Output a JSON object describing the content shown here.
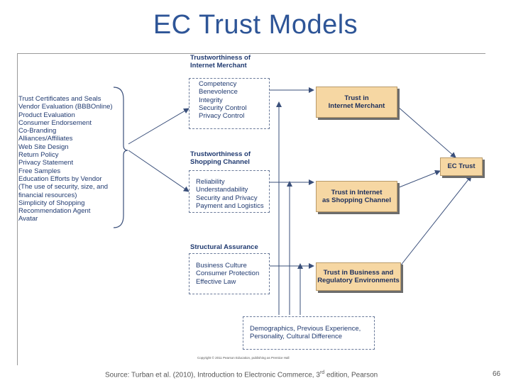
{
  "slide": {
    "title": "EC Trust Models",
    "footer_prefix": "Source: Turban et al. (2010), Introduction to Electronic Commerce, 3",
    "footer_sup": "rd",
    "footer_suffix": " edition, Pearson",
    "page_number": "66"
  },
  "diagram": {
    "antecedents": [
      "Trust Certificates and Seals",
      "Vendor Evaluation (BBBOnline)",
      "Product Evaluation",
      "Consumer Endorsement",
      "Co-Branding",
      "Alliances/Affiliates",
      "Web Site Design",
      "Return Policy",
      "Privacy Statement",
      "Free Samples",
      "Education Efforts by Vendor",
      "(The use of security, size, and",
      "financial resources)",
      "Simplicity of Shopping",
      "Recommendation Agent",
      "Avatar"
    ],
    "groups": [
      {
        "heading": "Trustworthiness of Internet Merchant",
        "items": [
          "Competency",
          "Benevolence",
          "Integrity",
          "Security Control",
          "Privacy Control"
        ]
      },
      {
        "heading": "Trustworthiness of Shopping Channel",
        "items": [
          "Reliability",
          "Understandability",
          "Security and Privacy",
          "Payment and Logistics"
        ]
      },
      {
        "heading": "Structural Assurance",
        "items": [
          "Business Culture",
          "Consumer Protection",
          "Effective Law"
        ]
      }
    ],
    "outcomes": [
      "Trust in\nInternet Merchant",
      "Trust in Internet\nas Shopping Channel",
      "Trust in Business and\nRegulatory Environments"
    ],
    "final": "EC Trust",
    "moderator": "Demographics, Previous Experience,\nPersonality, Cultural Difference",
    "copyright": "Copyright © 2011 Pearson Education, publishing as Prentice Hall"
  }
}
